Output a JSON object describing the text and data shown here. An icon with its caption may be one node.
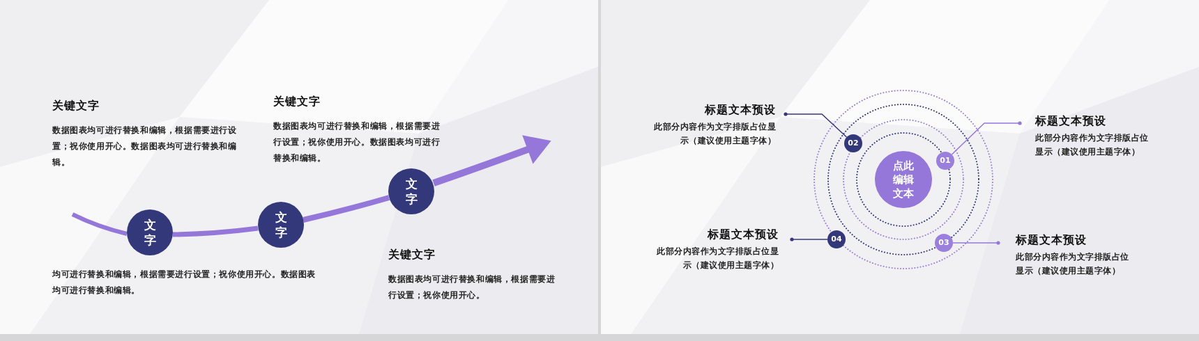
{
  "diagram": {
    "nodes": [
      {
        "text": [
          "关键文字",
          "数据图表均可进行替换和编辑，根据需要进行设置；祝你使用开心。数据图表均可进行替换和编辑。"
        ]
      },
      {
        "text": [
          "关键文字",
          "数据图表均可进行替换和编辑，根据需要进行设置；祝你使用开心。数据图表均可进行替换和编辑。"
        ]
      },
      {
        "text": [
          "均可进行替换和编辑，根据需要进行设置；祝你使用开心。数据图表均可进行替换和编辑。"
        ]
      },
      {
        "text": [
          "关键文字",
          "数据图表均可进行替换和编辑，根据需要进行设置；祝你使用开心。"
        ]
      },
      {
        "text": [
          "文字"
        ]
      },
      {
        "text": [
          "文字"
        ]
      },
      {
        "text": [
          "文字"
        ]
      },
      {
        "text": [
          "点此编辑文本"
        ]
      },
      {
        "text": [
          "01"
        ]
      },
      {
        "text": [
          "02"
        ]
      },
      {
        "text": [
          "03"
        ]
      },
      {
        "text": [
          "04"
        ]
      },
      {
        "text": [
          "标题文本预设",
          "此部分内容作为文字排版占位显示（建议使用主题字体）"
        ]
      },
      {
        "text": [
          "标题文本预设",
          "此部分内容作为文字排版占位显示（建议使用主题字体）"
        ]
      },
      {
        "text": [
          "标题文本预设",
          "此部分内容作为文字排版占位显示（建议使用主题字体）"
        ]
      },
      {
        "text": [
          "标题文本预设",
          "此部分内容作为文字排版占位显示（建议使用主题字体）"
        ]
      }
    ],
    "edges": [
      {
        "from": null,
        "to": 4,
        "arrow": "none",
        "style": "thick"
      },
      {
        "from": 4,
        "to": 5,
        "arrow": "none",
        "style": "thick"
      },
      {
        "from": 5,
        "to": 6,
        "arrow": "none",
        "style": "thick"
      },
      {
        "from": 6,
        "to": null,
        "arrow": "to",
        "style": "thick"
      },
      {
        "from": 9,
        "to": 12,
        "arrow": "other",
        "color": "#34387a"
      },
      {
        "from": 8,
        "to": 13,
        "arrow": "other"
      },
      {
        "from": 11,
        "to": 14,
        "arrow": "other",
        "color": "#34387a"
      },
      {
        "from": 10,
        "to": 15,
        "arrow": "other"
      }
    ]
  }
}
